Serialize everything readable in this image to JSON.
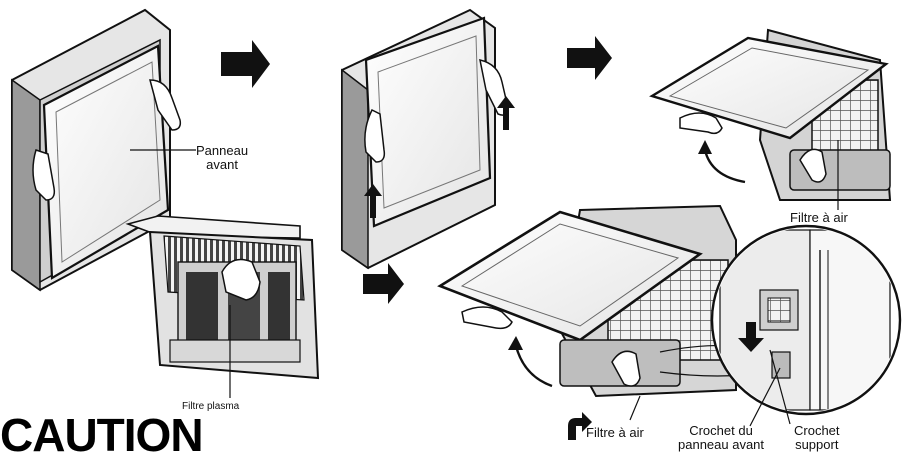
{
  "labels": {
    "panneau_avant": "Panneau\navant",
    "filtre_air_top": "Filtre à air",
    "filtre_plasma": "Filtre plasma",
    "filtre_air_bottom": "Filtre à air",
    "crochet_du_panneau": "Crochet du\npanneau avant",
    "crochet_support": "Crochet\nsupport"
  },
  "heading": "CAUTION",
  "colors": {
    "ink": "#111111",
    "panel_fill": "#f2f2f2",
    "body_fill": "#dcdcdc",
    "dark": "#2a2a2a"
  },
  "icons": [
    "step-arrow-icon",
    "hand-icon",
    "curved-arrow-icon"
  ]
}
